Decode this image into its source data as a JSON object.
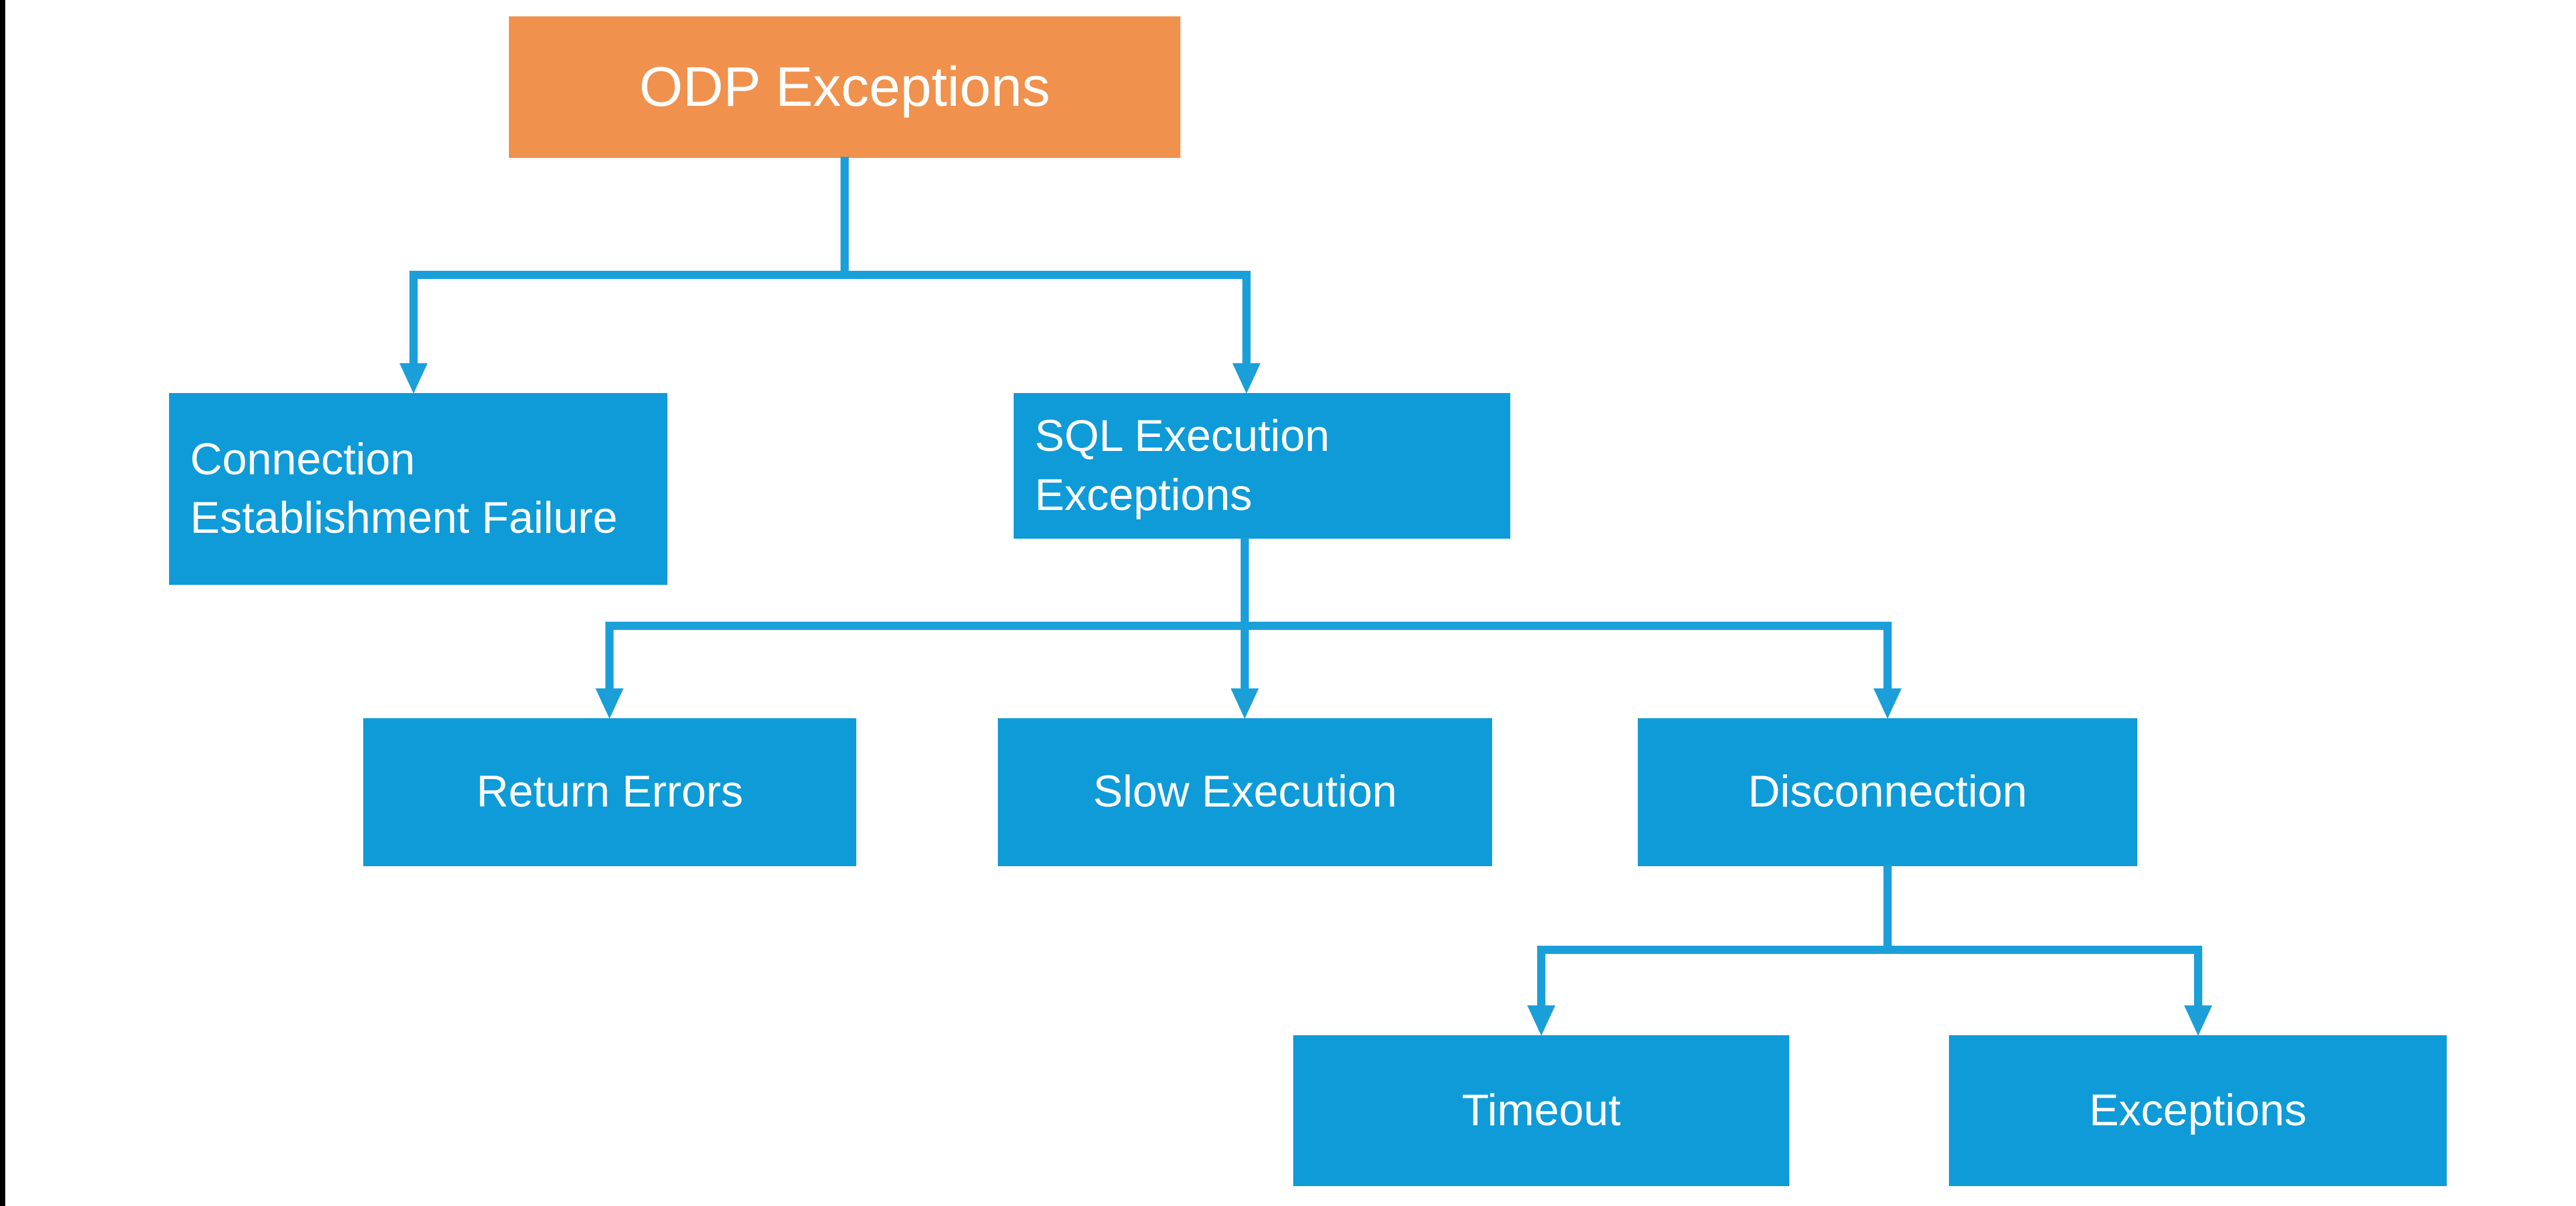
{
  "nodes": {
    "odp": {
      "label": "ODP Exceptions",
      "role": "root"
    },
    "connection_failure": {
      "label": "Connection Establishment Failure"
    },
    "sql_exceptions": {
      "label": "SQL Execution Exceptions"
    },
    "return_errors": {
      "label": "Return Errors"
    },
    "slow_execution": {
      "label": "Slow Execution"
    },
    "disconnection": {
      "label": "Disconnection"
    },
    "timeout": {
      "label": "Timeout"
    },
    "exceptions": {
      "label": "Exceptions"
    }
  },
  "edges": [
    {
      "from": "odp",
      "to": "connection_failure"
    },
    {
      "from": "odp",
      "to": "sql_exceptions"
    },
    {
      "from": "sql_exceptions",
      "to": "return_errors"
    },
    {
      "from": "sql_exceptions",
      "to": "slow_execution"
    },
    {
      "from": "sql_exceptions",
      "to": "disconnection"
    },
    {
      "from": "disconnection",
      "to": "timeout"
    },
    {
      "from": "disconnection",
      "to": "exceptions"
    }
  ],
  "colors": {
    "root_fill": "#F0914D",
    "node_fill": "#0E9BD8",
    "connector": "#1B9FD9",
    "text": "#FFFFFF",
    "canvas": "#FFFFFF",
    "left_bar": "#000000"
  }
}
